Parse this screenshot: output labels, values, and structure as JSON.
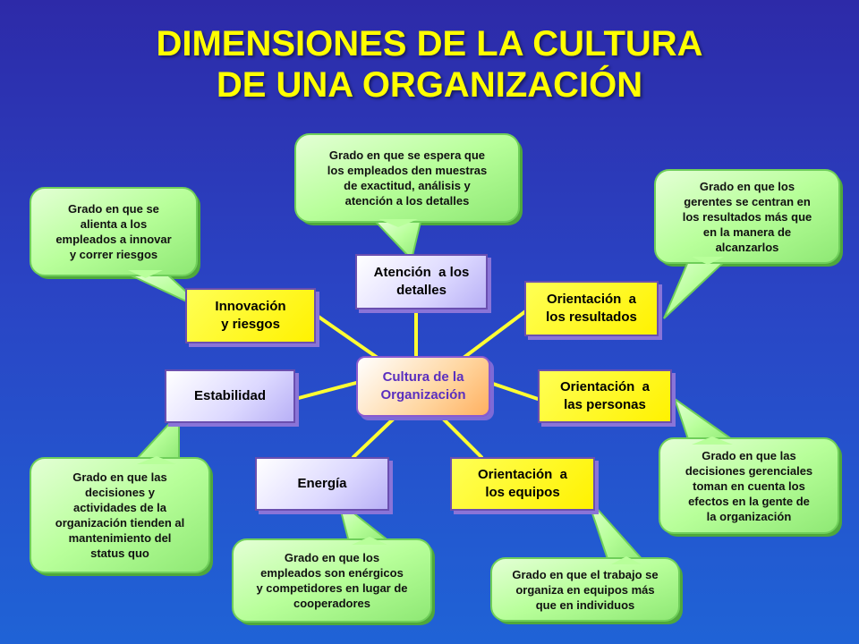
{
  "title": {
    "line1": "DIMENSIONES DE LA CULTURA",
    "line2": "DE UNA ORGANIZACIÓN"
  },
  "center": {
    "lines": [
      "Cultura de la",
      "Organización"
    ]
  },
  "dimensions": [
    {
      "id": "atencion",
      "lines": [
        "Atención  a los",
        "detalles"
      ],
      "style": "lav",
      "description": [
        "Grado en que se espera que",
        "los empleados den muestras",
        "de exactitud, análisis y",
        "atención a los detalles"
      ]
    },
    {
      "id": "innovacion",
      "lines": [
        "Innovación",
        "y riesgos"
      ],
      "style": "yellow",
      "description": [
        "Grado en que se",
        "alienta a los",
        "empleados a innovar",
        "y correr riesgos"
      ]
    },
    {
      "id": "resultados",
      "lines": [
        "Orientación  a",
        "los resultados"
      ],
      "style": "yellow",
      "description": [
        "Grado en que los",
        "gerentes se centran en",
        "los resultados más que",
        "en la manera de",
        "alcanzarlos"
      ]
    },
    {
      "id": "estabilidad",
      "lines": [
        "Estabilidad"
      ],
      "style": "lav",
      "description": [
        "Grado en que las",
        "decisiones y",
        "actividades de la",
        "organización tienden al",
        "mantenimiento del",
        "status quo"
      ]
    },
    {
      "id": "personas",
      "lines": [
        "Orientación  a",
        "las personas"
      ],
      "style": "yellow",
      "description": [
        "Grado en que las",
        "decisiones gerenciales",
        "toman en cuenta los",
        "efectos en la gente de",
        "la organización"
      ]
    },
    {
      "id": "energia",
      "lines": [
        "Energía"
      ],
      "style": "lav",
      "description": [
        "Grado en que los",
        "empleados son enérgicos",
        "y competidores en lugar de",
        "cooperadores"
      ]
    },
    {
      "id": "equipos",
      "lines": [
        "Orientación  a",
        "los equipos"
      ],
      "style": "yellow",
      "description": [
        "Grado en que el trabajo se",
        "organiza en equipos más",
        "que en individuos"
      ]
    }
  ],
  "colors": {
    "title": "#ffff00",
    "connector": "#ffff33",
    "bubble_fill": "#b8ff9a",
    "bubble_border": "#6fcf5a"
  }
}
